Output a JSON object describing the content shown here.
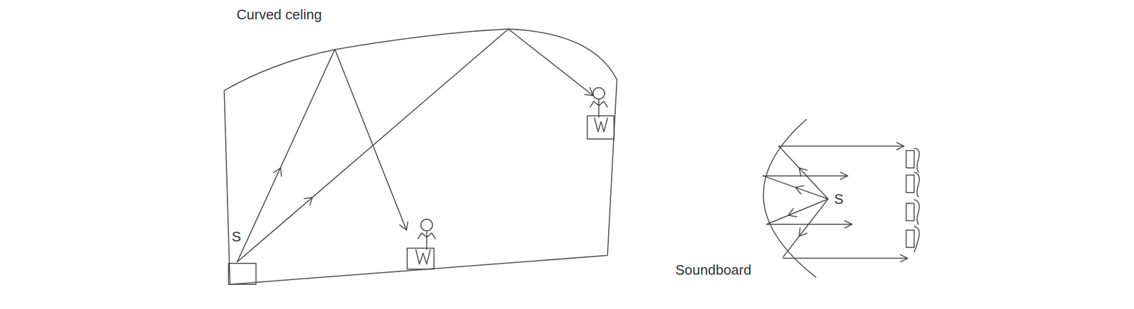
{
  "diagram": {
    "labels": [
      "Curved celing",
      "S",
      "S",
      "Soundboard"
    ]
  }
}
